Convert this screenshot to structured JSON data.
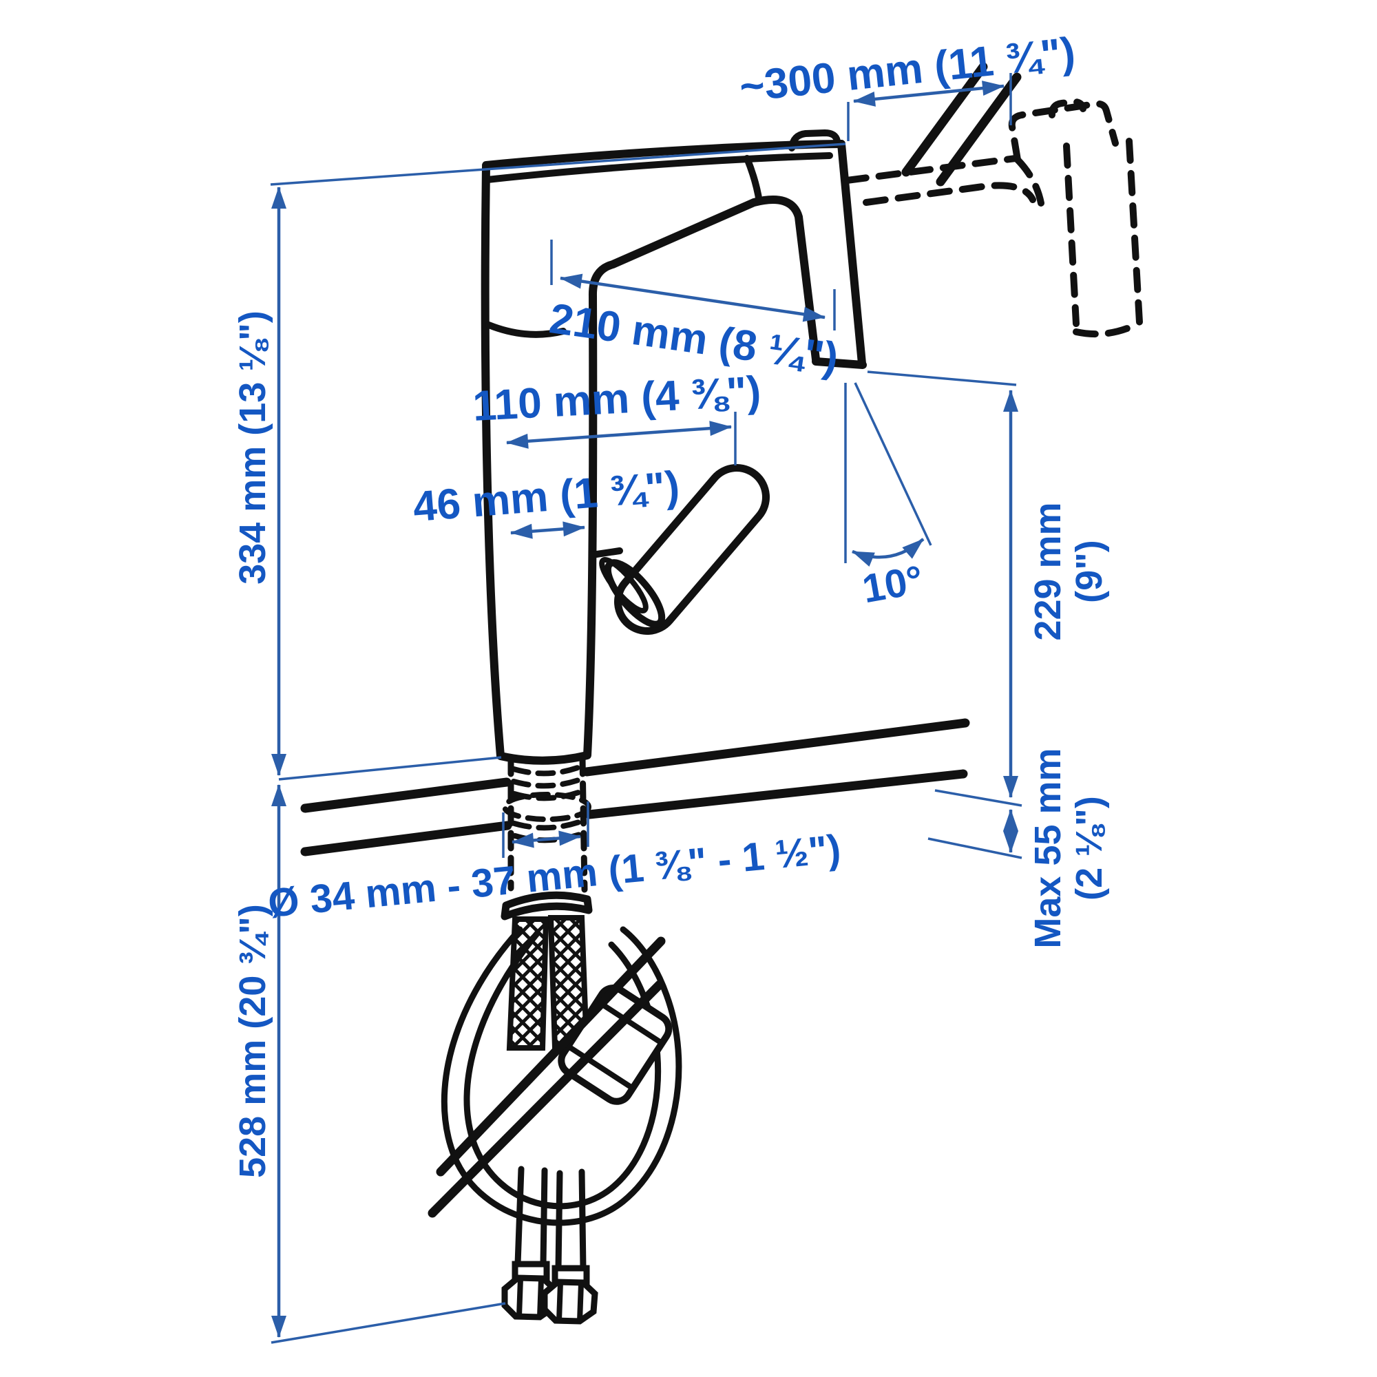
{
  "diagram": {
    "subject": "Kitchen mixer tap installation dimension drawing",
    "colors": {
      "label_text": "#1457c2",
      "dimension_lines": "#2b5ea9",
      "linework": "#111111",
      "background": "#ffffff"
    },
    "labels": {
      "swivel_reach": "~300 mm (11 ¾\")",
      "spout_reach": "210 mm (8 ¼\")",
      "body_to_handle_tip": "110 mm (4 ⅜\")",
      "handle_offset": "46 mm (1 ¾\")",
      "height_above_deck": "334 mm (13 ⅛\")",
      "swivel_angle": "10°",
      "spout_height_mm": "229 mm",
      "spout_height_in": "(9\")",
      "deck_thickness_mm": "Max 55 mm",
      "deck_thickness_in": "(2 ⅛\")",
      "hole_diameter": "Ø 34 mm - 37 mm (1 ⅜\" - 1 ½\")",
      "hose_length": "528 mm (20 ¾\")"
    }
  }
}
